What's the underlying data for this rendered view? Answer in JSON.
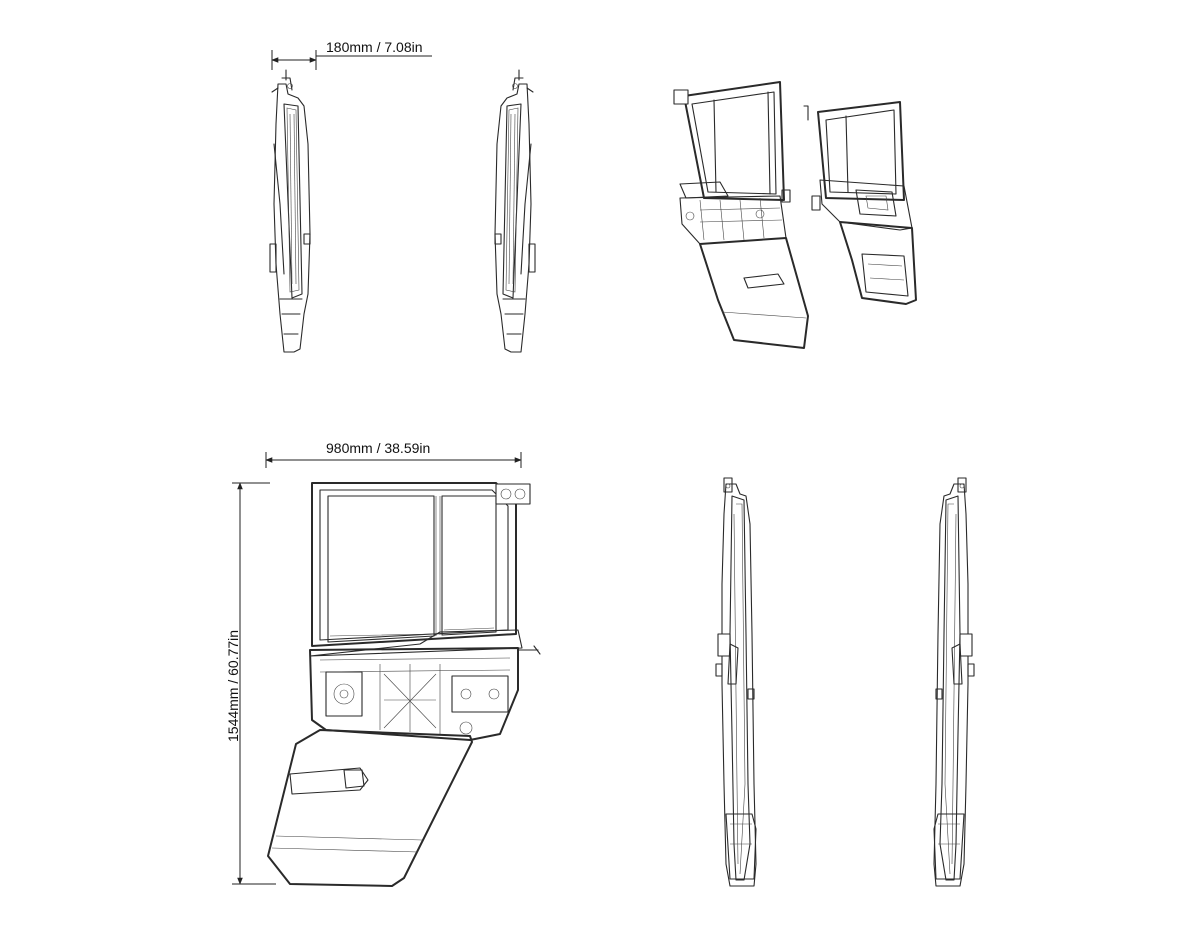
{
  "dimensions": {
    "top_width": "180mm / 7.08in",
    "front_width": "980mm / 38.59in",
    "front_height": "1544mm / 60.77in"
  }
}
